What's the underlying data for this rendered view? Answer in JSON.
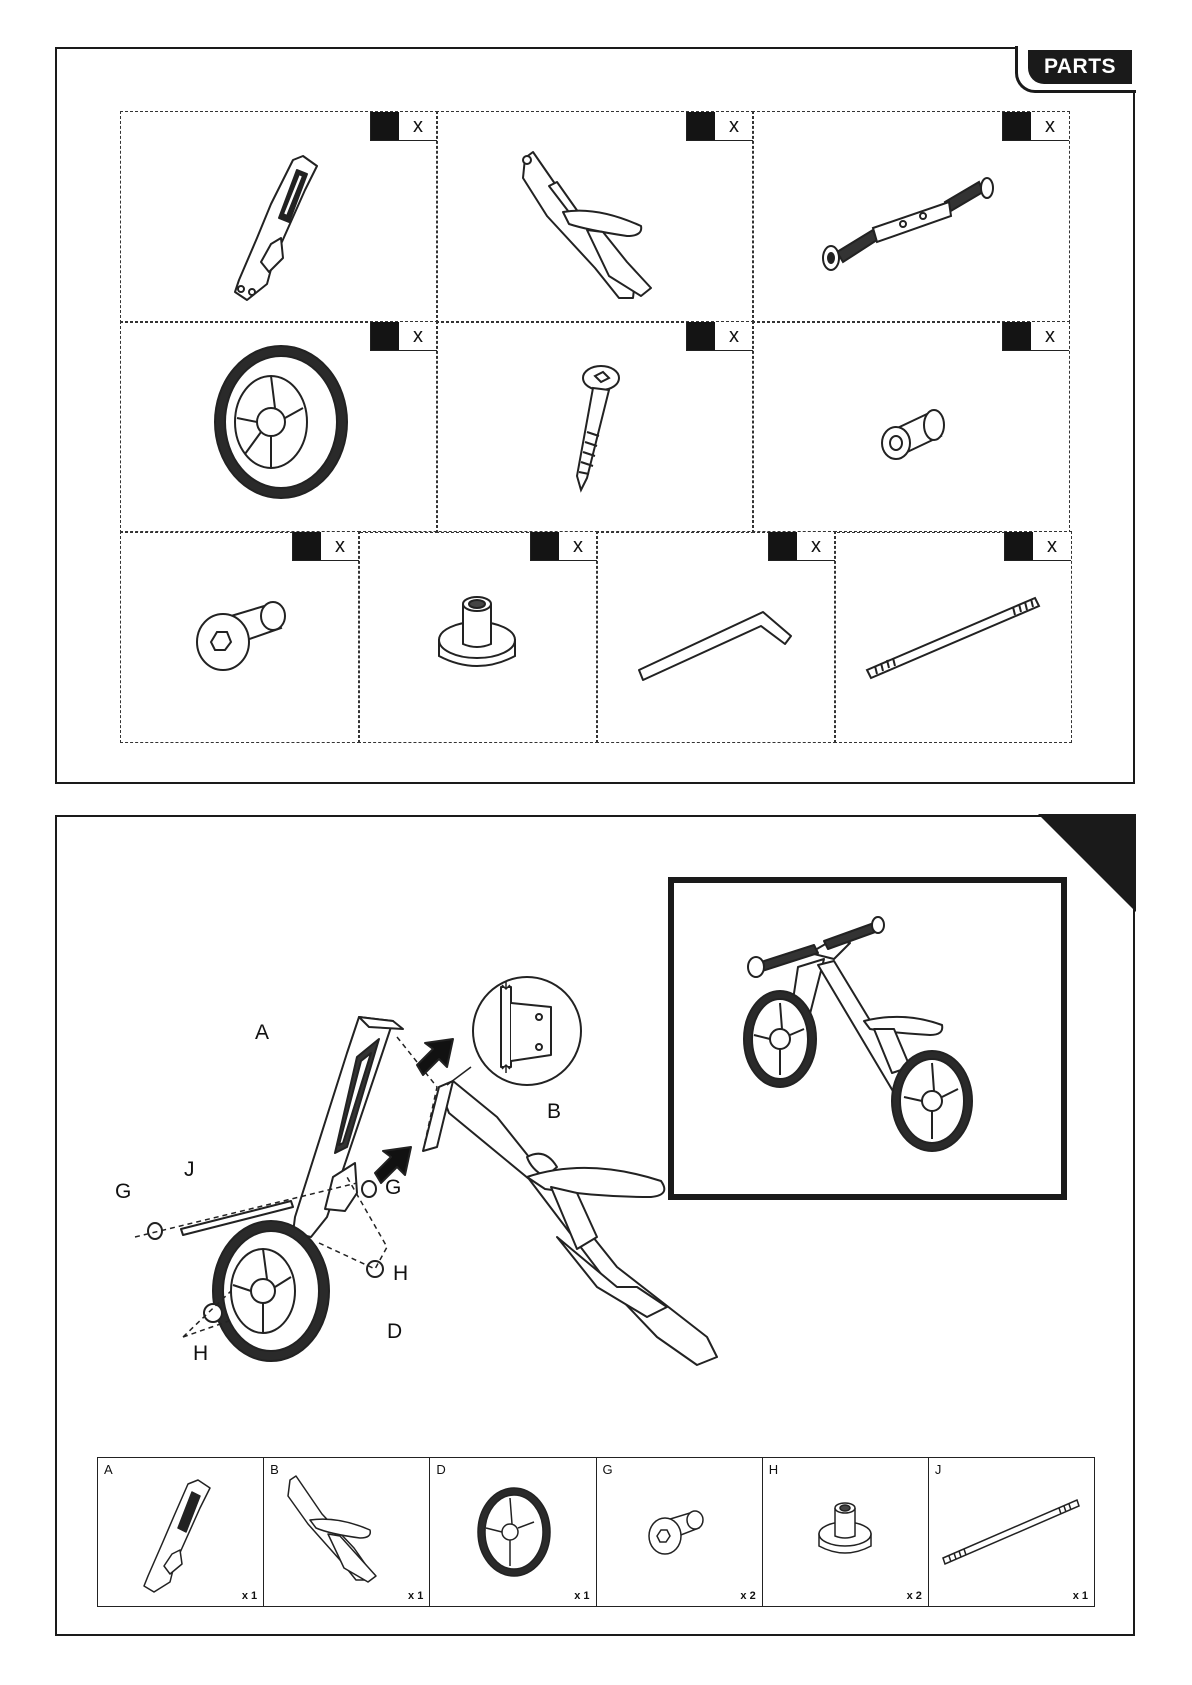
{
  "parts_header": {
    "label": "PARTS"
  },
  "parts_grid": {
    "qty_marker": "x",
    "items": [
      {
        "icon": "side-frame-a-icon"
      },
      {
        "icon": "side-frame-b-icon"
      },
      {
        "icon": "handlebar-icon"
      },
      {
        "icon": "wheel-icon"
      },
      {
        "icon": "wood-screw-icon"
      },
      {
        "icon": "spacer-sleeve-icon"
      },
      {
        "icon": "cap-bolt-icon"
      },
      {
        "icon": "barrel-nut-icon"
      },
      {
        "icon": "allen-key-icon"
      },
      {
        "icon": "threaded-rod-icon"
      }
    ]
  },
  "assembly_step": {
    "callouts": [
      "A",
      "B",
      "J",
      "G",
      "G",
      "H",
      "H",
      "D"
    ]
  },
  "parts_strip": [
    {
      "letter": "A",
      "qty": "x 1",
      "icon": "side-frame-a-icon"
    },
    {
      "letter": "B",
      "qty": "x 1",
      "icon": "side-frame-b-icon"
    },
    {
      "letter": "D",
      "qty": "x 1",
      "icon": "wheel-icon"
    },
    {
      "letter": "G",
      "qty": "x 2",
      "icon": "cap-bolt-icon"
    },
    {
      "letter": "H",
      "qty": "x 2",
      "icon": "barrel-nut-icon"
    },
    {
      "letter": "J",
      "qty": "x 1",
      "icon": "threaded-rod-icon"
    }
  ]
}
